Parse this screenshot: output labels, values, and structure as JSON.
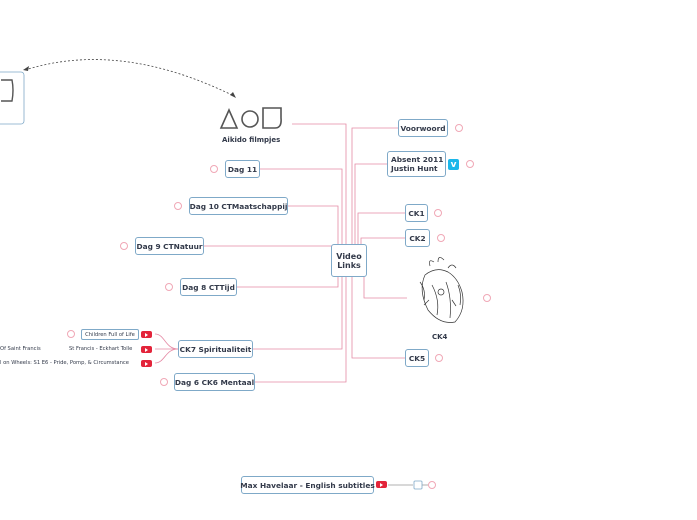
{
  "central": {
    "label_line1": "Video",
    "label_line2": "Links"
  },
  "top_image": {
    "caption": "Aikido filmpjes"
  },
  "left_nodes": [
    {
      "label": "Dag 11"
    },
    {
      "label": "Dag 10 CTMaatschappij"
    },
    {
      "label": "Dag 9 CTNatuur"
    },
    {
      "label": "Dag 8 CTTijd"
    },
    {
      "label": "CK7 Spiritualiteit"
    },
    {
      "label": "Dag 6 CK6 Mentaal"
    }
  ],
  "right_nodes": [
    {
      "label": "Voorwoord"
    },
    {
      "label_line1": "Absent 2011",
      "label_line2": "Justin Hunt"
    },
    {
      "label": "CK1"
    },
    {
      "label": "CK2"
    },
    {
      "label": "CK4"
    },
    {
      "label": "CK5"
    }
  ],
  "ck7_children": [
    {
      "label": "Children Full of Life"
    },
    {
      "label": "St Francis - Eckhart Tolle"
    },
    {
      "label": "Of Saint Francis"
    },
    {
      "label": "l on Wheels: S1 E6 - Pride, Pomp, & Circumstance"
    }
  ],
  "bottom": {
    "label": "Max Havelaar - English subtitles"
  },
  "colors": {
    "connector": "#e58aa5",
    "border": "#7fa9c8",
    "video": "#e3243a",
    "vimeo": "#1ab7ea"
  },
  "icons": {
    "video": "youtube-play-icon",
    "vimeo": "vimeo-icon",
    "heart": "heart-illustration"
  }
}
